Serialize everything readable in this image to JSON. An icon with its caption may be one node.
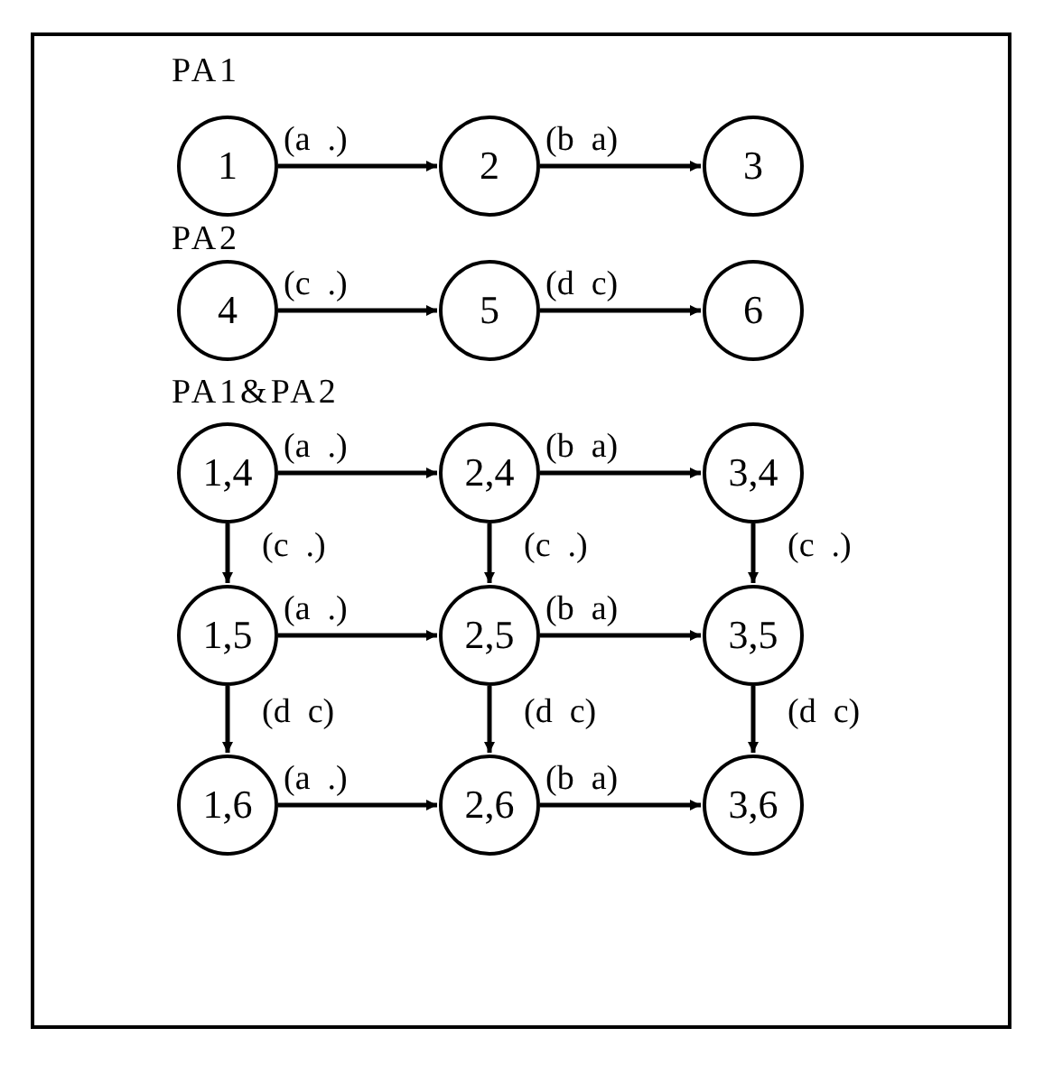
{
  "diagram": {
    "nodes": [
      {
        "text": [
          "1"
        ]
      },
      {
        "text": [
          "2"
        ]
      },
      {
        "text": [
          "3"
        ]
      },
      {
        "text": [
          "4"
        ]
      },
      {
        "text": [
          "5"
        ]
      },
      {
        "text": [
          "6"
        ]
      },
      {
        "text": [
          "1,4"
        ]
      },
      {
        "text": [
          "2,4"
        ]
      },
      {
        "text": [
          "3,4"
        ]
      },
      {
        "text": [
          "1,5"
        ]
      },
      {
        "text": [
          "2,5"
        ]
      },
      {
        "text": [
          "3,5"
        ]
      },
      {
        "text": [
          "1,6"
        ]
      },
      {
        "text": [
          "2,6"
        ]
      },
      {
        "text": [
          "3,6"
        ]
      }
    ],
    "edges": [
      {
        "from": 0,
        "to": 1,
        "arrow": "to",
        "label": "(a  .)"
      },
      {
        "from": 1,
        "to": 2,
        "arrow": "to",
        "label": "(b  a)"
      },
      {
        "from": 3,
        "to": 4,
        "arrow": "to",
        "label": "(c  .)"
      },
      {
        "from": 4,
        "to": 5,
        "arrow": "to",
        "label": "(d  c)"
      },
      {
        "from": 6,
        "to": 7,
        "arrow": "to",
        "label": "(a  .)"
      },
      {
        "from": 7,
        "to": 8,
        "arrow": "to",
        "label": "(b  a)"
      },
      {
        "from": 6,
        "to": 9,
        "arrow": "to",
        "label": "(c  .)"
      },
      {
        "from": 7,
        "to": 10,
        "arrow": "to",
        "label": "(c  .)"
      },
      {
        "from": 8,
        "to": 11,
        "arrow": "to",
        "label": "(c  .)"
      },
      {
        "from": 9,
        "to": 10,
        "arrow": "to",
        "label": "(a  .)"
      },
      {
        "from": 10,
        "to": 11,
        "arrow": "to",
        "label": "(b  a)"
      },
      {
        "from": 9,
        "to": 12,
        "arrow": "to",
        "label": "(d  c)"
      },
      {
        "from": 10,
        "to": 13,
        "arrow": "to",
        "label": "(d  c)"
      },
      {
        "from": 11,
        "to": 14,
        "arrow": "to",
        "label": "(d  c)"
      },
      {
        "from": 12,
        "to": 13,
        "arrow": "to",
        "label": "(a  .)"
      },
      {
        "from": 13,
        "to": 14,
        "arrow": "to",
        "label": "(b  a)"
      }
    ],
    "labels": [
      "PA1",
      "PA2",
      "PA1&PA2"
    ]
  }
}
